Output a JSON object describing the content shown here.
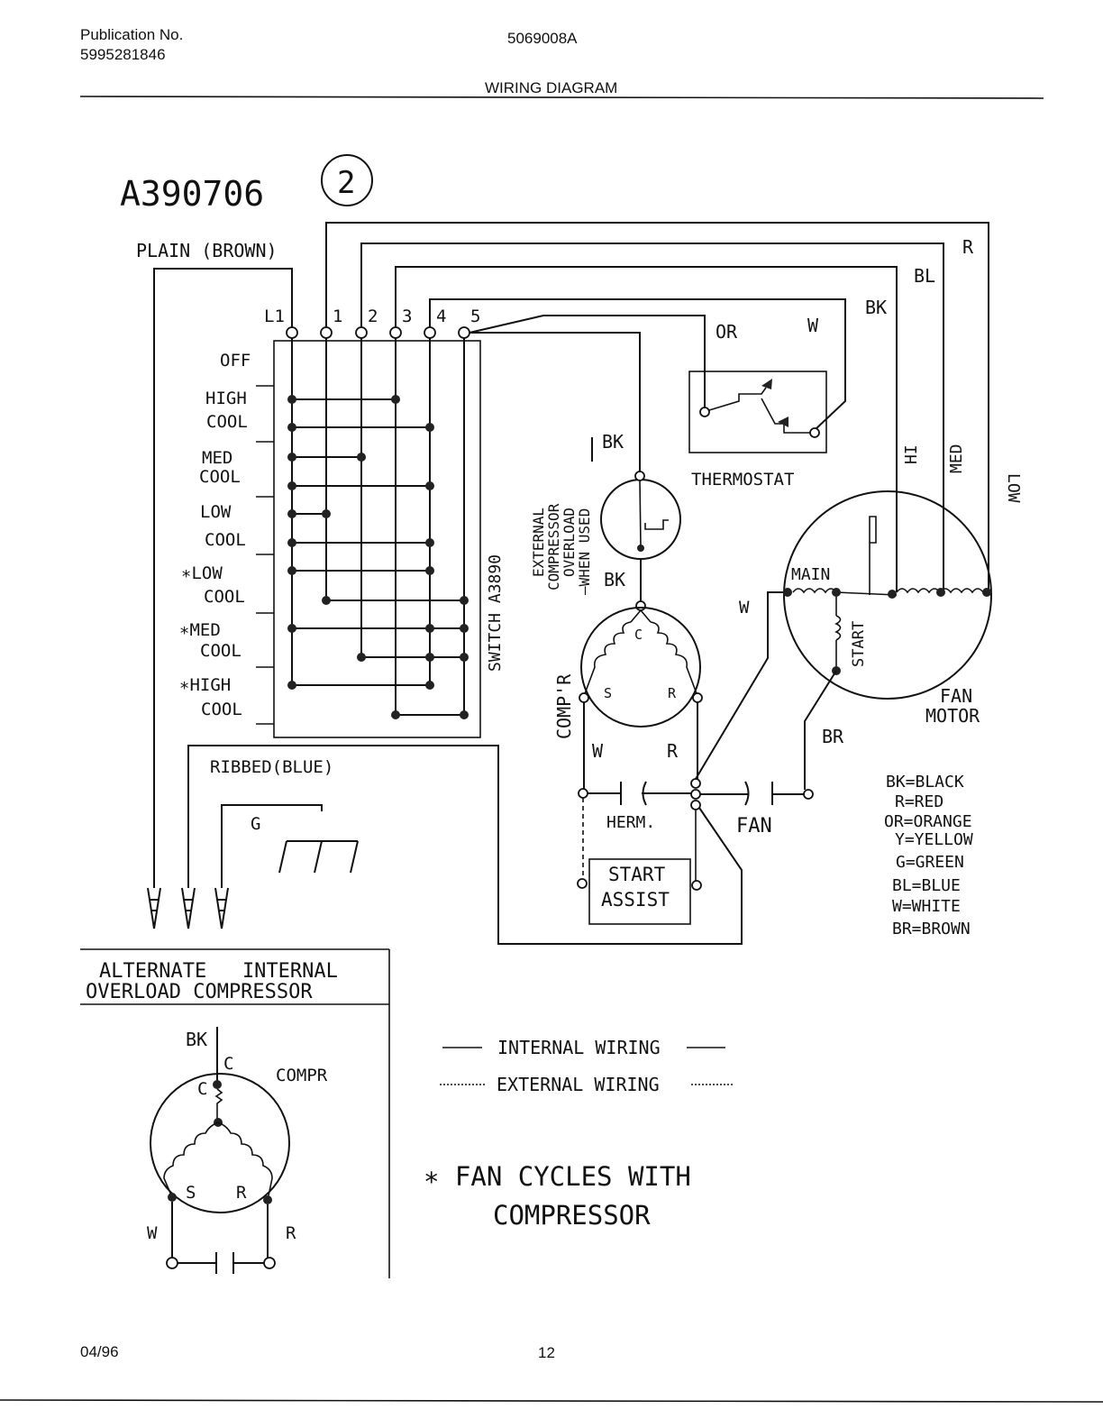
{
  "header": {
    "publication_label": "Publication No.",
    "publication_number": "5995281846",
    "model": "5069008A",
    "section_title": "WIRING DIAGRAM"
  },
  "footer": {
    "date": "04/96",
    "page": "12"
  },
  "diagram": {
    "drawing_number": "A390706",
    "sheet_circle": "2",
    "plain_wire": "PLAIN (BROWN)",
    "ribbed_wire": "RIBBED(BLUE)",
    "ground_label": "G",
    "switch": {
      "label": "SWITCH A3890",
      "terminals": [
        "L1",
        "1",
        "2",
        "3",
        "4",
        "5"
      ],
      "positions": [
        {
          "line1": "OFF",
          "line2": ""
        },
        {
          "line1": "HIGH",
          "line2": "COOL"
        },
        {
          "line1": "MED",
          "line2": "COOL"
        },
        {
          "line1": "LOW",
          "line2": "COOL"
        },
        {
          "line1": "∗LOW",
          "line2": "COOL"
        },
        {
          "line1": "∗MED",
          "line2": "COOL"
        },
        {
          "line1": "∗HIGH",
          "line2": "COOL"
        }
      ]
    },
    "wire_colors": {
      "R": "R",
      "BL": "BL",
      "BK": "BK",
      "OR": "OR",
      "W": "W",
      "BR": "BR"
    },
    "thermostat_label": "THERMOSTAT",
    "overload_label": [
      "EXTERNAL",
      "COMPRESSOR",
      "OVERLOAD",
      "—WHEN USED"
    ],
    "compressor": {
      "label": "COMP'R",
      "c": "C",
      "s": "S",
      "r": "R"
    },
    "fan_motor": {
      "label_line1": "FAN",
      "label_line2": "MOTOR",
      "main": "MAIN",
      "start": "START",
      "hi": "HI",
      "med": "MED",
      "low": "LOW"
    },
    "capacitors": {
      "herm": "HERM.",
      "fan": "FAN"
    },
    "start_assist": [
      "START",
      "ASSIST"
    ],
    "legend": [
      "BK=BLACK",
      "R=RED",
      "OR=ORANGE",
      "Y=YELLOW",
      "G=GREEN",
      "BL=BLUE",
      "W=WHITE",
      "BR=BROWN"
    ],
    "alternate": {
      "title_line1": "ALTERNATE   INTERNAL",
      "title_line2": "OVERLOAD COMPRESSOR",
      "bk": "BK",
      "c_outer": "C",
      "c_inner": "C",
      "compr": "COMPR",
      "s": "S",
      "r": "R",
      "w": "W",
      "r_wire": "R"
    },
    "wiring_key": {
      "internal": "INTERNAL WIRING",
      "external": "EXTERNAL WIRING"
    },
    "note_line1": "∗ FAN CYCLES WITH",
    "note_line2": "COMPRESSOR"
  }
}
